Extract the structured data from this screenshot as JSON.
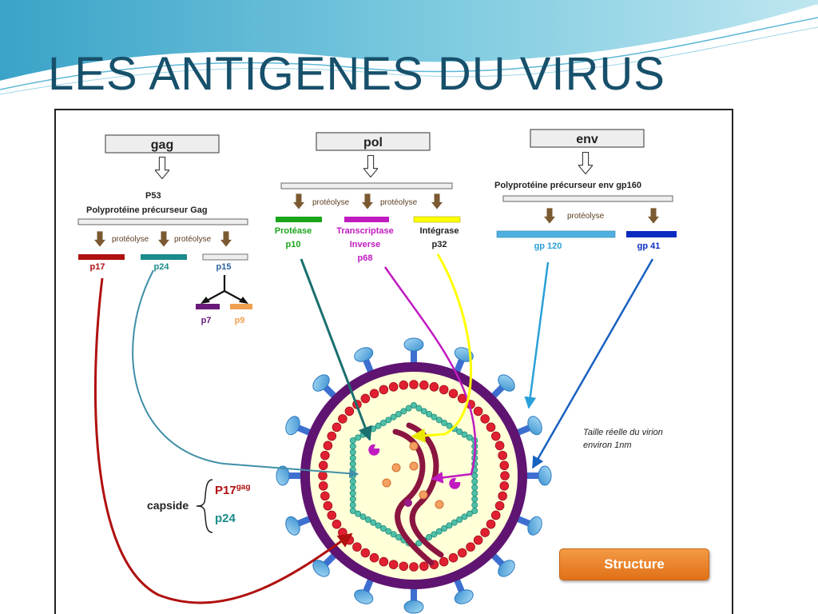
{
  "slide": {
    "title": "LES ANTIGENES DU VIRUS"
  },
  "diagram": {
    "genes": {
      "gag": "gag",
      "pol": "pol",
      "env": "env"
    },
    "proteolysis": "protéolyse",
    "gag": {
      "p53": "P53",
      "poly": "Polyprotéine précurseur Gag",
      "p17": "p17",
      "p24": "p24",
      "p15": "p15",
      "p7": "p7",
      "p9": "p9"
    },
    "pol": {
      "protease": "Protéase",
      "p10": "p10",
      "rt1": "Transcriptase",
      "rt2": "Inverse",
      "p68": "p68",
      "integrase": "Intégrase",
      "p32": "p32"
    },
    "env": {
      "poly": "Polyprotéine précurseur env gp160",
      "gp120": "gp 120",
      "gp41": "gp 41"
    },
    "note": {
      "line1": "Taille réelle du virion",
      "line2": "environ 1nm"
    },
    "capside": {
      "label": "capside",
      "p17": "P17",
      "p17_sup": "gag",
      "p24": "p24"
    },
    "button": {
      "structure": "Structure"
    }
  },
  "colors": {
    "title": "#17506b",
    "arrow_brown": "#7b5a32",
    "p17": "#b01010",
    "p24": "#1a8a8a",
    "p15": "#2a5fa0",
    "p7": "#6a1a7a",
    "p9": "#f0a050",
    "protease": "#1ba51b",
    "rt": "#c01bc0",
    "integrase": "#ffff00",
    "gp120": "#4fb0e0",
    "gp41": "#0a2bc0",
    "envelope": "#5e1470",
    "core": "#8a1540",
    "matrix": "#ffffd8",
    "button": "#ec8428"
  }
}
